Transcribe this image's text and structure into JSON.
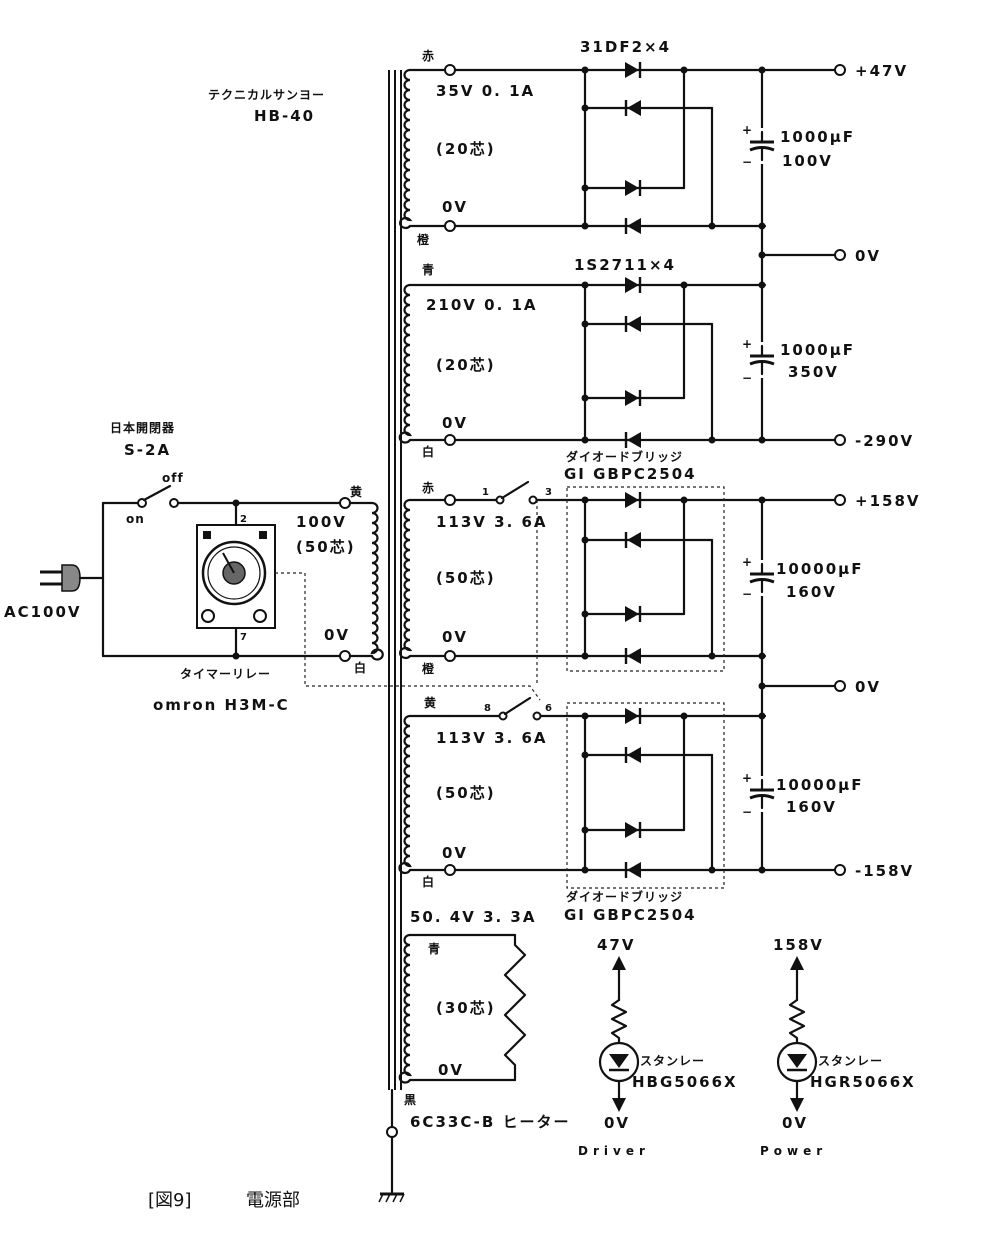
{
  "transformer": {
    "maker": "テクニカルサンヨー",
    "model": "HB-40"
  },
  "windings": [
    {
      "top_color": "赤",
      "bottom_color": "橙",
      "voltage": "35V 0. 1A",
      "cores": "(20芯)",
      "zero": "0V"
    },
    {
      "top_color": "青",
      "bottom_color": "白",
      "voltage": "210V 0. 1A",
      "cores": "(20芯)",
      "zero": "0V"
    },
    {
      "top_color": "赤",
      "bottom_color": "橙",
      "voltage": "113V 3. 6A",
      "cores": "(50芯)",
      "zero": "0V"
    },
    {
      "top_color": "黄",
      "bottom_color": "白",
      "voltage": "113V 3. 6A",
      "cores": "(50芯)",
      "zero": "0V"
    },
    {
      "top_color": "青",
      "bottom_color": "黒",
      "voltage": "50. 4V 3. 3A",
      "cores": "(30芯)",
      "zero": "0V"
    }
  ],
  "primary": {
    "top_color": "黄",
    "bottom_color": "白",
    "voltage": "100V",
    "cores": "(50芯)",
    "zero": "0V"
  },
  "diodes": [
    "31DF2×4",
    "1S2711×4"
  ],
  "bridges": [
    {
      "label": "ダイオードブリッジ",
      "part": "GI GBPC2504"
    },
    {
      "label": "ダイオードブリッジ",
      "part": "GI GBPC2504"
    }
  ],
  "capacitors": [
    {
      "value": "1000μF",
      "voltage": "100V"
    },
    {
      "value": "1000μF",
      "voltage": "350V"
    },
    {
      "value": "10000μF",
      "voltage": "160V"
    },
    {
      "value": "10000μF",
      "voltage": "160V"
    }
  ],
  "outputs": [
    "+47V",
    "0V",
    "-290V",
    "+158V",
    "0V",
    "-158V"
  ],
  "switch": {
    "maker": "日本開閉器",
    "model": "S-2A",
    "off": "off",
    "on": "on"
  },
  "ac_input": "AC100V",
  "relay": {
    "label": "タイマーリレー",
    "model": "omron H3M-C",
    "pins": [
      "2",
      "7",
      "1",
      "3",
      "8",
      "6"
    ]
  },
  "heater": "6C33C-B ヒーター",
  "leds": [
    {
      "supply": "47V",
      "maker": "スタンレー",
      "part": "HBG5066X",
      "ground": "0V",
      "name": "Driver"
    },
    {
      "supply": "158V",
      "maker": "スタンレー",
      "part": "HGR5066X",
      "ground": "0V",
      "name": "Power"
    }
  ],
  "figure": {
    "number": "[図9]",
    "title": "電源部"
  }
}
